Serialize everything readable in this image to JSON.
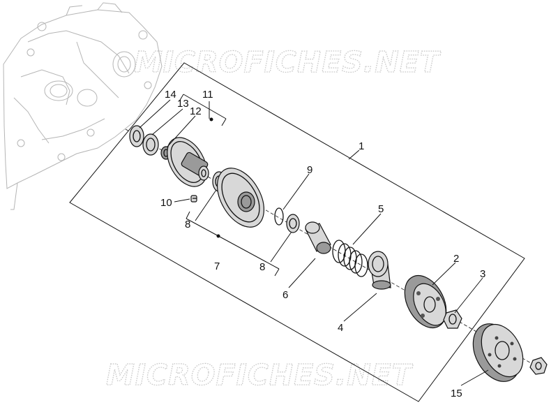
{
  "watermark": {
    "text": "MICROFICHES.NET"
  },
  "callouts": {
    "c1": "1",
    "c2": "2",
    "c3": "3",
    "c4": "4",
    "c5": "5",
    "c6": "6",
    "c7": "7",
    "c8a": "8",
    "c8b": "8",
    "c9": "9",
    "c10": "10",
    "c11": "11",
    "c12": "12",
    "c13": "13",
    "c14": "14",
    "c15": "15"
  }
}
